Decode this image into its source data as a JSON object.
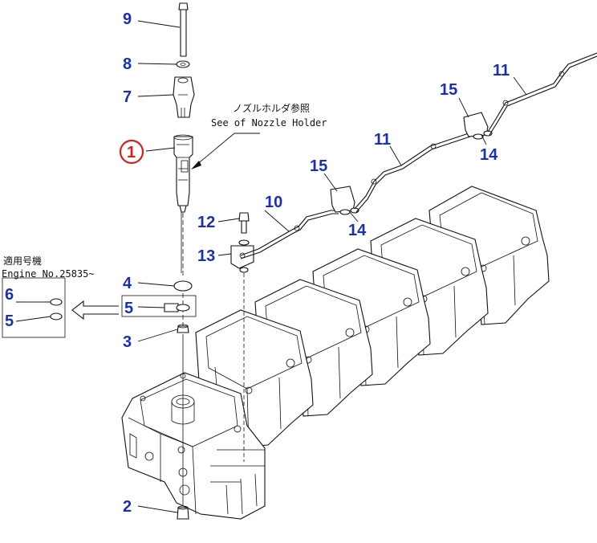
{
  "callouts": [
    {
      "id": "9",
      "label": "9"
    },
    {
      "id": "8",
      "label": "8"
    },
    {
      "id": "7",
      "label": "7"
    },
    {
      "id": "1",
      "label": "1"
    },
    {
      "id": "4",
      "label": "4"
    },
    {
      "id": "5a",
      "label": "5"
    },
    {
      "id": "3",
      "label": "3"
    },
    {
      "id": "2",
      "label": "2"
    },
    {
      "id": "12",
      "label": "12"
    },
    {
      "id": "13",
      "label": "13"
    },
    {
      "id": "10",
      "label": "10"
    },
    {
      "id": "15a",
      "label": "15"
    },
    {
      "id": "14a",
      "label": "14"
    },
    {
      "id": "11a",
      "label": "11"
    },
    {
      "id": "15b",
      "label": "15"
    },
    {
      "id": "14b",
      "label": "14"
    },
    {
      "id": "11b",
      "label": "11"
    },
    {
      "id": "6",
      "label": "6"
    },
    {
      "id": "5b",
      "label": "5"
    }
  ],
  "notes": {
    "nozzle_ref_jp": "ノズルホルダ参照",
    "nozzle_ref_en": "See of Nozzle Holder",
    "applicable_jp": "適用号機",
    "applicable_en": "Engine No.25835~"
  },
  "colors": {
    "callout": "#1c2fb0",
    "highlight_circle": "#d42020",
    "line": "#111111"
  }
}
